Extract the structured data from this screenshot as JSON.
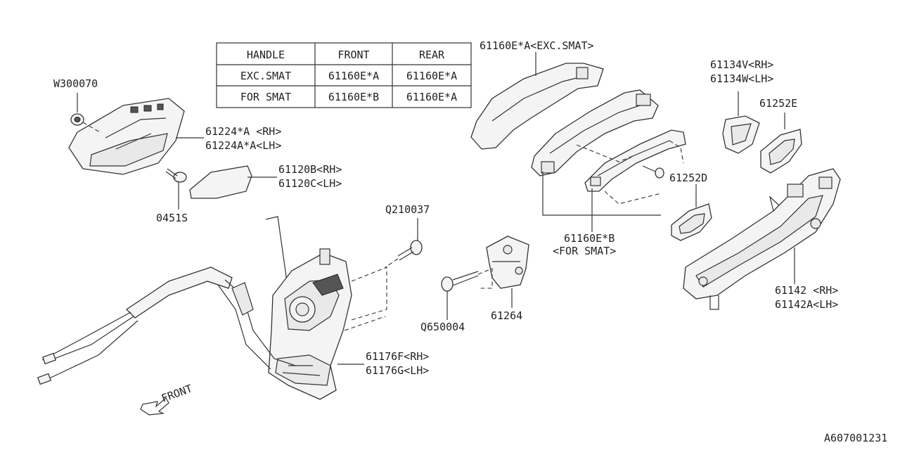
{
  "handle_table": {
    "headers": [
      "HANDLE",
      "FRONT",
      "REAR"
    ],
    "rows": [
      [
        "EXC.SMAT",
        "61160E*A",
        "61160E*A"
      ],
      [
        "FOR SMAT",
        "61160E*B",
        "61160E*A"
      ]
    ]
  },
  "callouts": {
    "w300070": "W300070",
    "p61224_rh": "61224*A <RH>",
    "p61224_lh": "61224A*A<LH>",
    "p0451s": "0451S",
    "p61120_rh": "61120B<RH>",
    "p61120_lh": "61120C<LH>",
    "q210037": "Q210037",
    "q650004": "Q650004",
    "p61264": "61264",
    "p61176_rh": "61176F<RH>",
    "p61176_lh": "61176G<LH>",
    "p61160a": "61160E*A<EXC.SMAT>",
    "p61160b_1": "61160E*B",
    "p61160b_2": "<FOR SMAT>",
    "p61134_rh": "61134V<RH>",
    "p61134_lh": "61134W<LH>",
    "p61252e": "61252E",
    "p61252d": "61252D",
    "p61142_rh": "61142 <RH>",
    "p61142_lh": "61142A<LH>"
  },
  "front_label": "FRONT",
  "diagram_code": "A607001231"
}
